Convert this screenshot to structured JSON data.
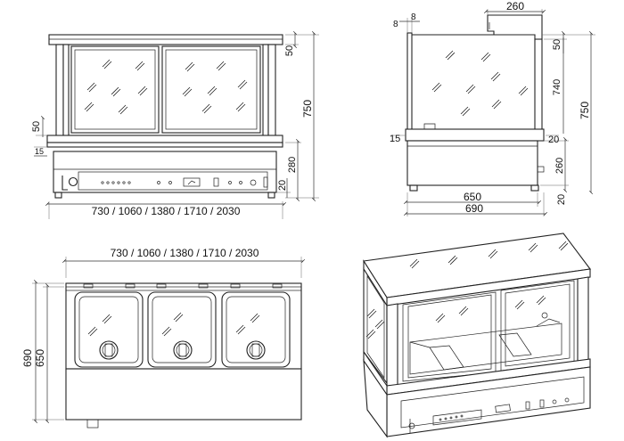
{
  "front_view": {
    "width_label": "730 / 1060 / 1380 / 1710 / 2030",
    "height_total": "750",
    "top_profile": "50",
    "shelf_thickness": "50",
    "shelf_gap": "15",
    "base_height": "280",
    "feet_height": "20"
  },
  "side_view": {
    "top_gap_a": "8",
    "top_gap_b": "8",
    "lamp_width": "260",
    "top_profile": "50",
    "glass_height": "740",
    "height_total": "750",
    "shelf_left": "15",
    "shelf_right": "20",
    "base_height": "260",
    "feet_height": "20",
    "depth_inner": "650",
    "depth_outer": "690"
  },
  "top_view": {
    "width_label": "730 / 1060 / 1380 / 1710 / 2030",
    "depth_outer": "690",
    "depth_inner": "650"
  }
}
